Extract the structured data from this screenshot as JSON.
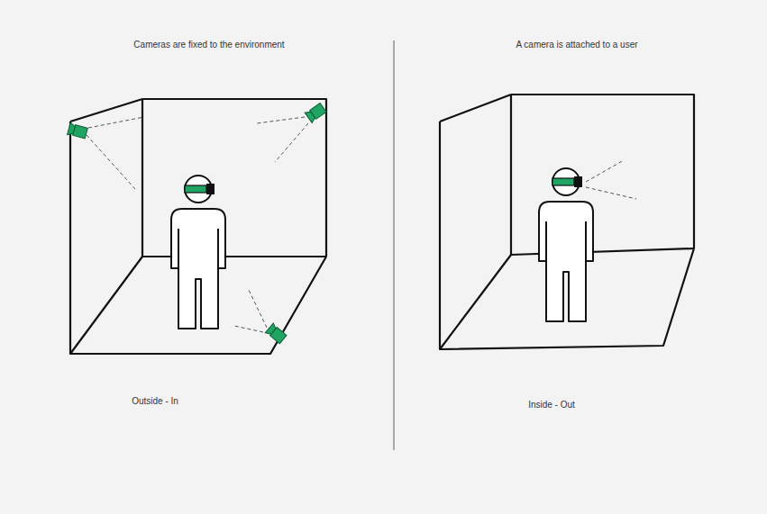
{
  "diagram": {
    "labels": [
      "Cameras are fixed to the environment",
      "A camera is attached to a user",
      "Outside - In",
      "Inside - Out"
    ]
  }
}
